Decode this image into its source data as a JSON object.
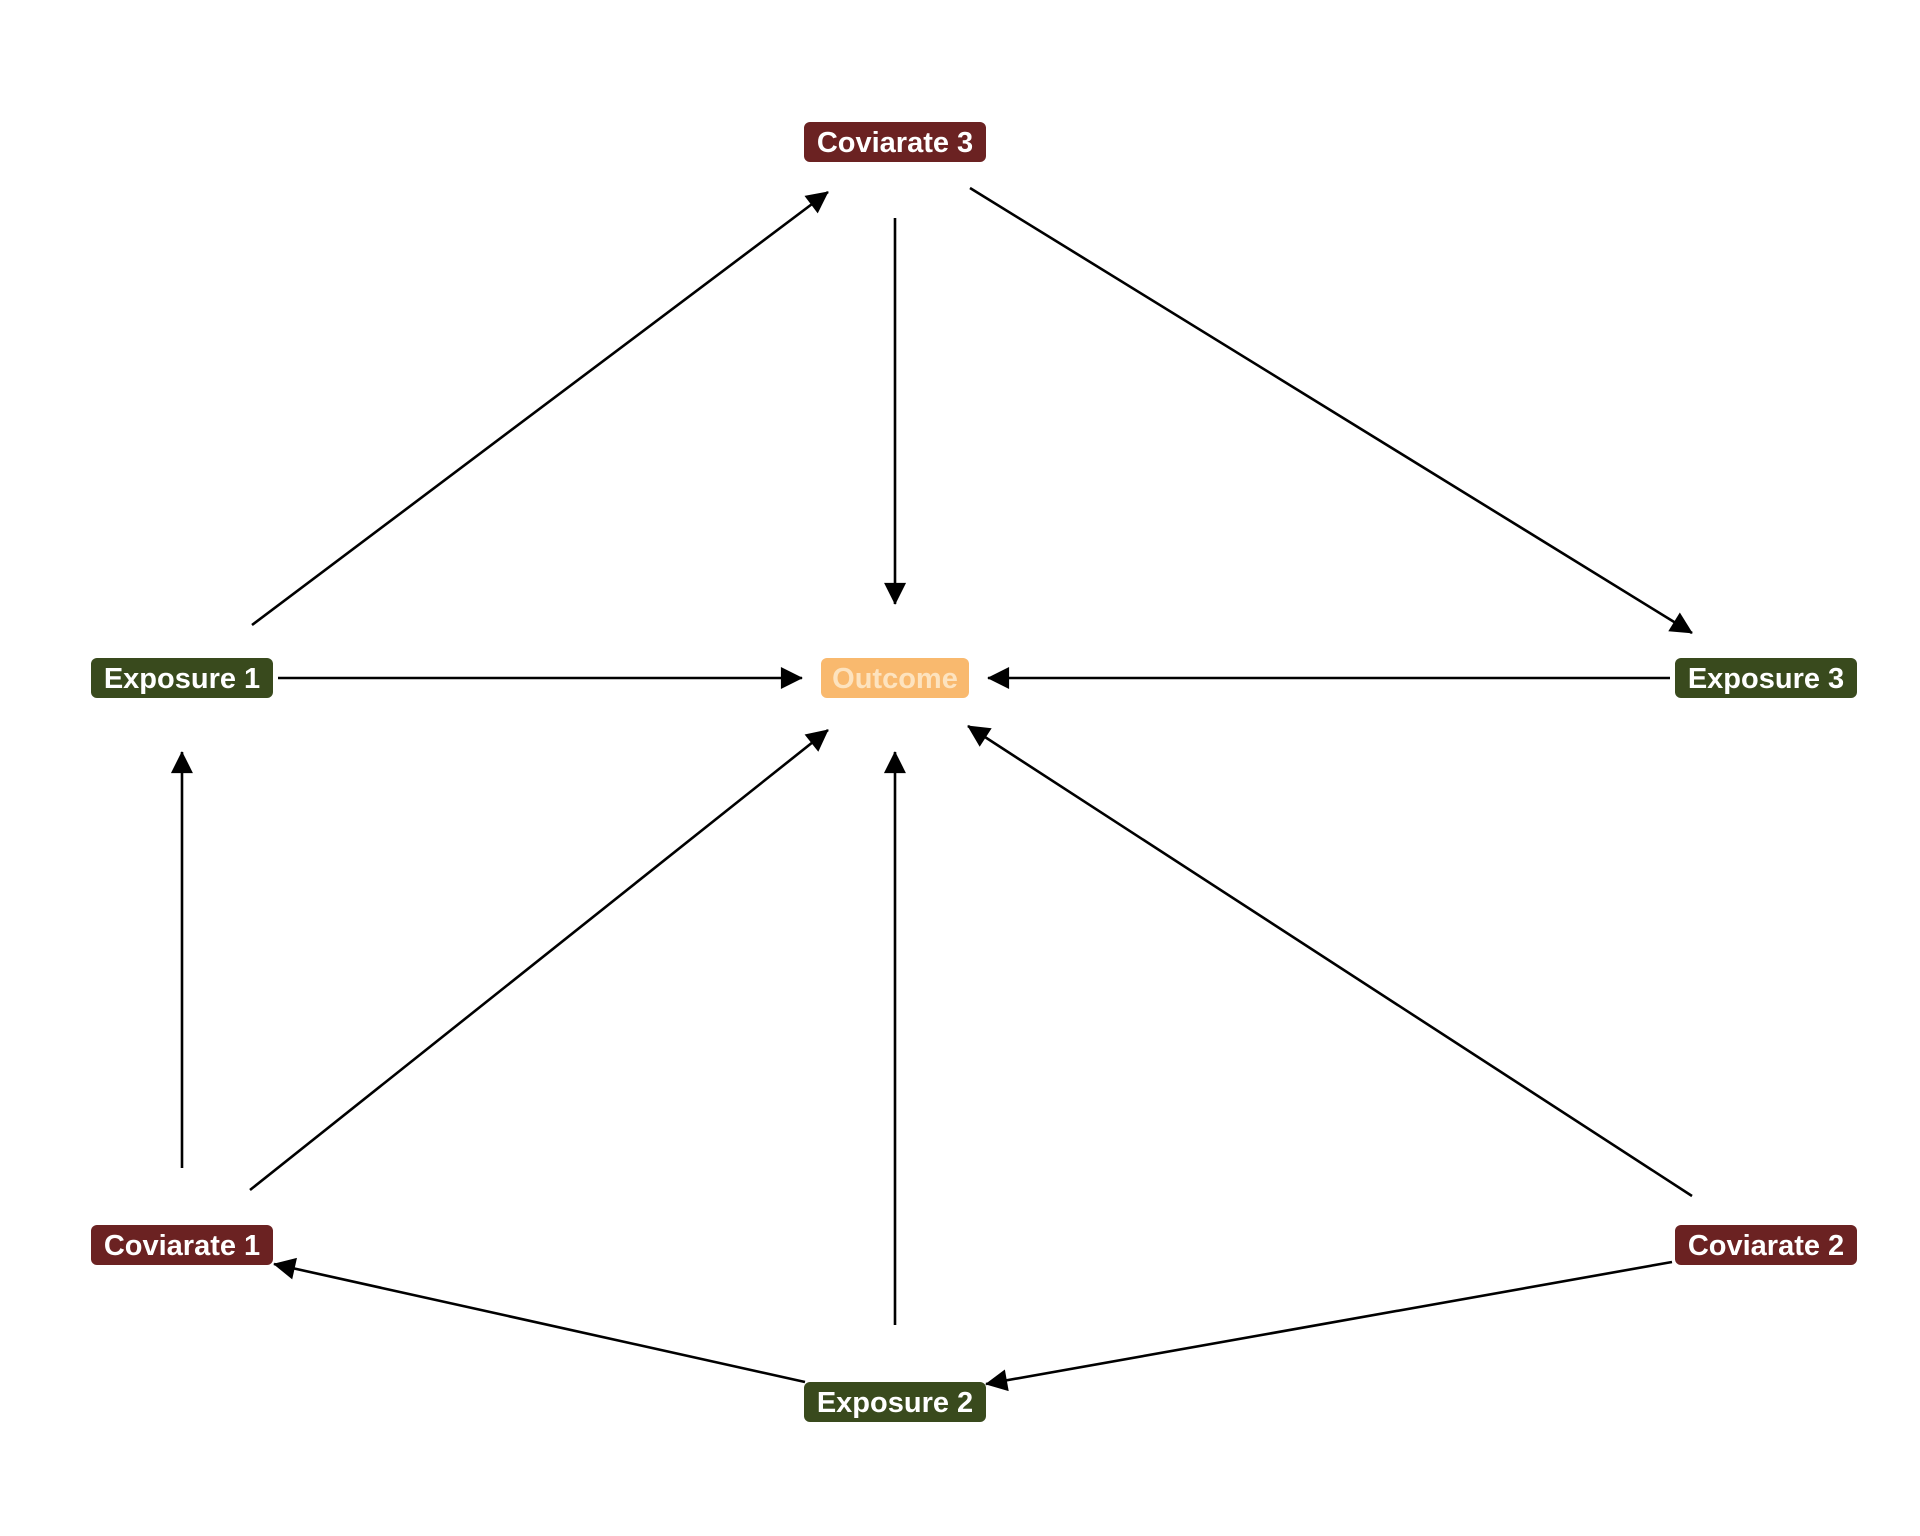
{
  "colors": {
    "covariate": "#6b2222",
    "exposure": "#394a1d",
    "outcome": "#f9b96e",
    "text_light": "#ffffff",
    "text_outcome": "#fde3bf",
    "edge": "#000000"
  },
  "nodes": [
    {
      "id": "coviarate3",
      "label": "Coviarate 3",
      "kind": "covariate"
    },
    {
      "id": "exposure1",
      "label": "Exposure 1",
      "kind": "exposure"
    },
    {
      "id": "outcome",
      "label": "Outcome",
      "kind": "outcome"
    },
    {
      "id": "exposure3",
      "label": "Exposure 3",
      "kind": "exposure"
    },
    {
      "id": "coviarate1",
      "label": "Coviarate 1",
      "kind": "covariate"
    },
    {
      "id": "coviarate2",
      "label": "Coviarate 2",
      "kind": "covariate"
    },
    {
      "id": "exposure2",
      "label": "Exposure 2",
      "kind": "exposure"
    }
  ],
  "edges": [
    {
      "from": "exposure1",
      "to": "coviarate3"
    },
    {
      "from": "coviarate3",
      "to": "outcome"
    },
    {
      "from": "coviarate3",
      "to": "exposure3"
    },
    {
      "from": "exposure1",
      "to": "outcome"
    },
    {
      "from": "exposure3",
      "to": "outcome"
    },
    {
      "from": "coviarate1",
      "to": "exposure1"
    },
    {
      "from": "coviarate1",
      "to": "outcome"
    },
    {
      "from": "exposure2",
      "to": "outcome"
    },
    {
      "from": "coviarate2",
      "to": "outcome"
    },
    {
      "from": "exposure2",
      "to": "coviarate1"
    },
    {
      "from": "coviarate2",
      "to": "exposure2"
    }
  ]
}
